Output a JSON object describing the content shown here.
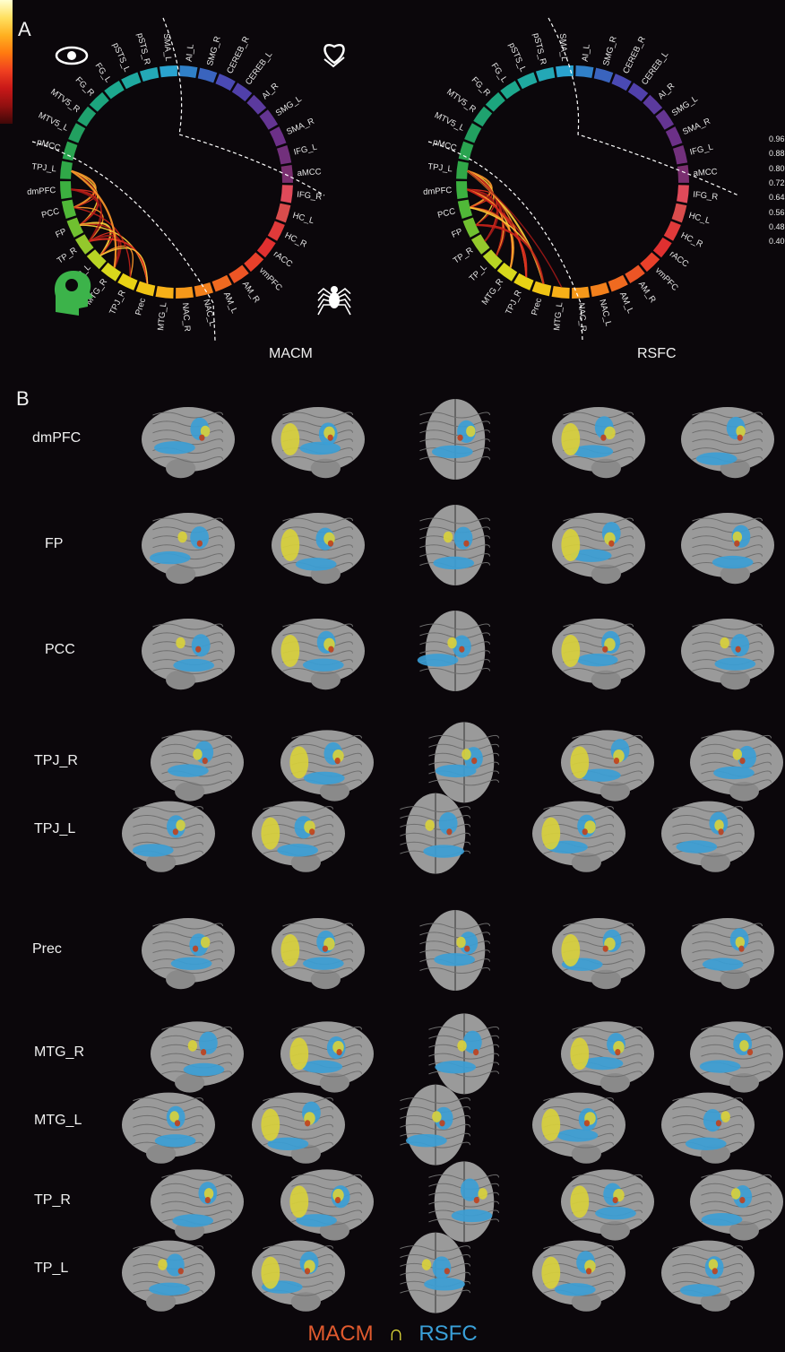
{
  "panel_a": {
    "letter": "A",
    "methods": [
      "MACM",
      "RSFC"
    ],
    "nodes": [
      "SMA_L",
      "AI_L",
      "SMG_R",
      "CEREB_R",
      "CEREB_L",
      "AI_R",
      "SMG_L",
      "SMA_R",
      "IFG_L",
      "aMCC",
      "IFG_R",
      "HC_L",
      "HC_R",
      "rACC",
      "vmPFC",
      "AM_R",
      "AM_L",
      "NAC_L",
      "NAC_R",
      "MTG_L",
      "Prec",
      "TPJ_R",
      "MTG_R",
      "TP_L",
      "TP_R",
      "FP",
      "PCC",
      "dmPFC",
      "TPJ_L",
      "pMCC",
      "MTV5_L",
      "MTV5_R",
      "FG_R",
      "FG_L",
      "pSTS_L",
      "pSTS_R"
    ],
    "node_colors": [
      "#2aa3cf",
      "#3080c8",
      "#3a64be",
      "#4a4ab4",
      "#5040aa",
      "#5b3a9e",
      "#643592",
      "#6c3088",
      "#72307c",
      "#7a2f70",
      "#e04a5a",
      "#d94c4c",
      "#e03a3a",
      "#e03030",
      "#e8402a",
      "#ec5525",
      "#ef6a20",
      "#f2801c",
      "#f5981a",
      "#f7b018",
      "#f0c414",
      "#e8d214",
      "#d8d81c",
      "#b8d424",
      "#94c82c",
      "#70c030",
      "#50b838",
      "#3cb040",
      "#30a848",
      "#2aa450",
      "#22a060",
      "#1fa26f",
      "#1ca57e",
      "#1da88e",
      "#1fa9a0",
      "#24a8b6"
    ],
    "macm_edges": [
      [
        "TPJ_L",
        "PCC"
      ],
      [
        "TPJ_L",
        "FP"
      ],
      [
        "dmPFC",
        "PCC"
      ],
      [
        "dmPFC",
        "FP"
      ],
      [
        "TPJ_L",
        "TP_R"
      ],
      [
        "PCC",
        "TP_R"
      ],
      [
        "FP",
        "TP_L"
      ],
      [
        "TP_R",
        "TP_L"
      ],
      [
        "FP",
        "MTG_R"
      ],
      [
        "TP_R",
        "MTG_R"
      ],
      [
        "TP_L",
        "TPJ_R"
      ],
      [
        "FP",
        "Prec"
      ],
      [
        "TP_R",
        "Prec"
      ],
      [
        "PCC",
        "TPJ_R"
      ],
      [
        "dmPFC",
        "TP_R"
      ],
      [
        "TPJ_L",
        "MTG_R"
      ],
      [
        "TP_L",
        "Prec"
      ]
    ],
    "rsfc_edges": [
      [
        "TPJ_L",
        "PCC"
      ],
      [
        "TPJ_L",
        "FP"
      ],
      [
        "TPJ_L",
        "TP_R"
      ],
      [
        "TPJ_L",
        "TP_L"
      ],
      [
        "TPJ_L",
        "MTG_R"
      ],
      [
        "TPJ_L",
        "TPJ_R"
      ],
      [
        "TPJ_L",
        "Prec"
      ],
      [
        "dmPFC",
        "PCC"
      ],
      [
        "dmPFC",
        "FP"
      ],
      [
        "dmPFC",
        "TP_R"
      ],
      [
        "dmPFC",
        "TP_L"
      ],
      [
        "dmPFC",
        "MTG_R"
      ],
      [
        "dmPFC",
        "TPJ_R"
      ],
      [
        "dmPFC",
        "Prec"
      ],
      [
        "PCC",
        "TP_L"
      ],
      [
        "PCC",
        "MTG_R"
      ],
      [
        "PCC",
        "Prec"
      ],
      [
        "FP",
        "TPJ_R"
      ],
      [
        "FP",
        "Prec"
      ],
      [
        "TPJ_L",
        "MTG_L"
      ]
    ],
    "edge_colors": [
      "#ff9a2a",
      "#ffcf3a",
      "#e03020",
      "#c02018",
      "#a01816"
    ],
    "colorbar_ticks": [
      "0.96",
      "0.88",
      "0.80",
      "0.72",
      "0.64",
      "0.56",
      "0.48",
      "0.40"
    ],
    "colorbar_colors": [
      "#ffffd0",
      "#ffe060",
      "#ffb020",
      "#ff7a10",
      "#f04020",
      "#c81818",
      "#901010",
      "#400808"
    ]
  },
  "panel_b": {
    "letter": "B",
    "rows": [
      {
        "labels": [
          "dmPFC"
        ],
        "double": false
      },
      {
        "labels": [
          "FP"
        ],
        "double": false
      },
      {
        "labels": [
          "PCC"
        ],
        "double": false
      },
      {
        "labels": [
          "TPJ_R",
          "TPJ_L"
        ],
        "double": true
      },
      {
        "labels": [
          "Prec"
        ],
        "double": false
      },
      {
        "labels": [
          "MTG_R",
          "MTG_L"
        ],
        "double": true
      },
      {
        "labels": [
          "TP_R",
          "TP_L"
        ],
        "double": true
      }
    ],
    "colors": {
      "brain": "#9a9a9a",
      "blue": "#3a9fd6",
      "yellow": "#d9d23a",
      "red": "#c0401c"
    }
  },
  "legend": {
    "macm": "MACM",
    "and": "∩",
    "rsfc": "RSFC"
  }
}
